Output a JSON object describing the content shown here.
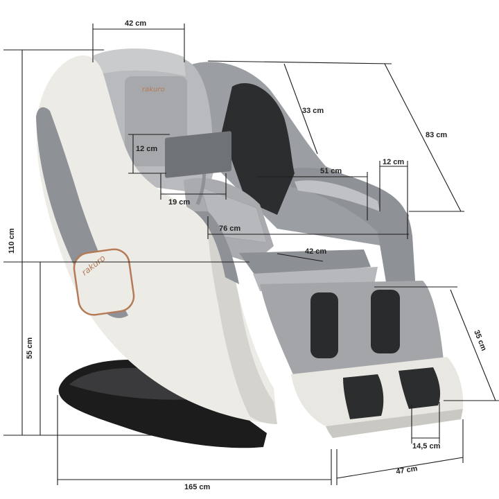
{
  "brand": {
    "logo_text": "rakuro"
  },
  "colors": {
    "shell_white": "#ecebe6",
    "shell_shadow": "#d4d3cd",
    "panel_gray": "#8e9196",
    "upholstery_gray": "#b8babd",
    "upholstery_dark": "#2c2d2f",
    "base_black": "#1c1c1c",
    "copper_accent": "#b57a57",
    "dimension_line": "#1a1a1a"
  },
  "dimensions": {
    "top_width": "42 cm",
    "shoulder_height": "33 cm",
    "back_length": "83 cm",
    "tablet_height": "12 cm",
    "armrest_width": "12 cm",
    "inner_width": "51 cm",
    "tablet_width": "19 cm",
    "seat_width": "76 cm",
    "seat_depth": "42 cm",
    "total_height": "110 cm",
    "seat_height": "55 cm",
    "leg_length": "35 cm",
    "foot_width": "14,5 cm",
    "total_length": "165 cm",
    "leg_rest_width": "47 cm"
  }
}
